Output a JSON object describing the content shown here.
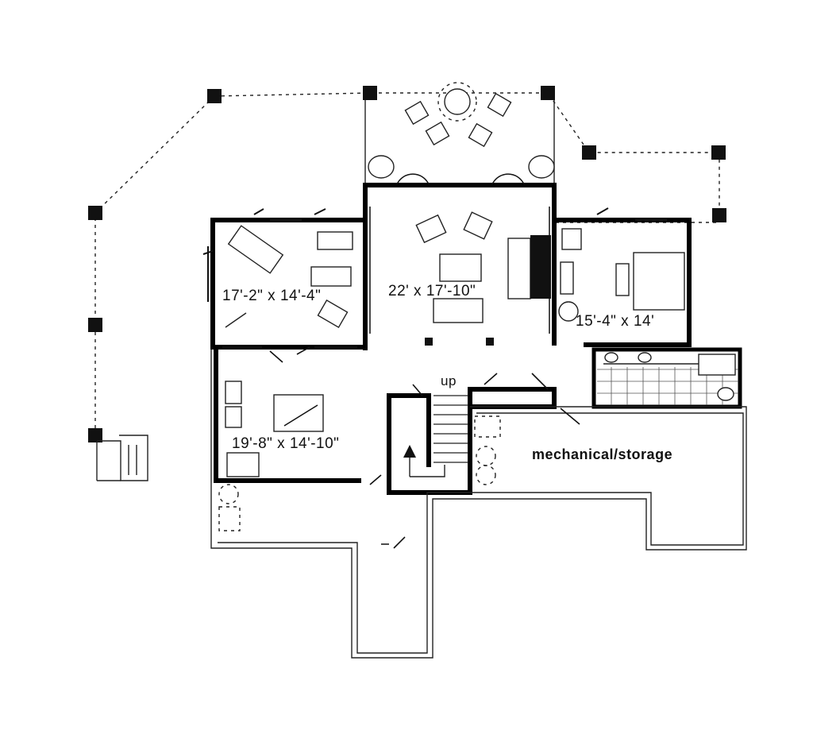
{
  "rooms": {
    "left_room_dim": "17'-2\" x 14'-4\"",
    "great_room_dim": "22' x 17'-10\"",
    "bedroom_dim": "15'-4\" x 14'",
    "game_room_dim": "19'-8\" x 14'-10\""
  },
  "labels": {
    "stair": "up",
    "storage": "mechanical/storage"
  }
}
